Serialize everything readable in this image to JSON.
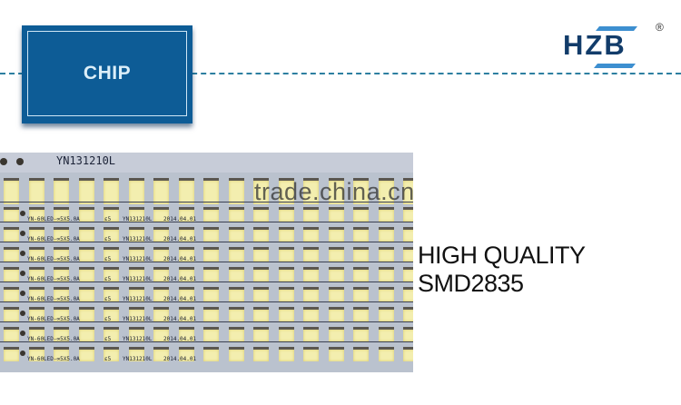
{
  "header": {
    "section_label": "CHIP",
    "brand_logo_text": "HZB",
    "registered_mark": "®"
  },
  "product_image": {
    "board_code": "YN131210L",
    "silk_text": [
      "YN-60LED-∞5X5.0A",
      "ε5",
      "YN131210L",
      "2014.04.01"
    ]
  },
  "watermark": "trade.china.cn",
  "headline": "HIGH QUALITY SMD2835",
  "colors": {
    "chip_box": "#0d5c96",
    "dash_line": "#2d7fa0",
    "logo": "#123c6a",
    "pcb": "#bac2ce",
    "led": "#f3eeaf"
  }
}
